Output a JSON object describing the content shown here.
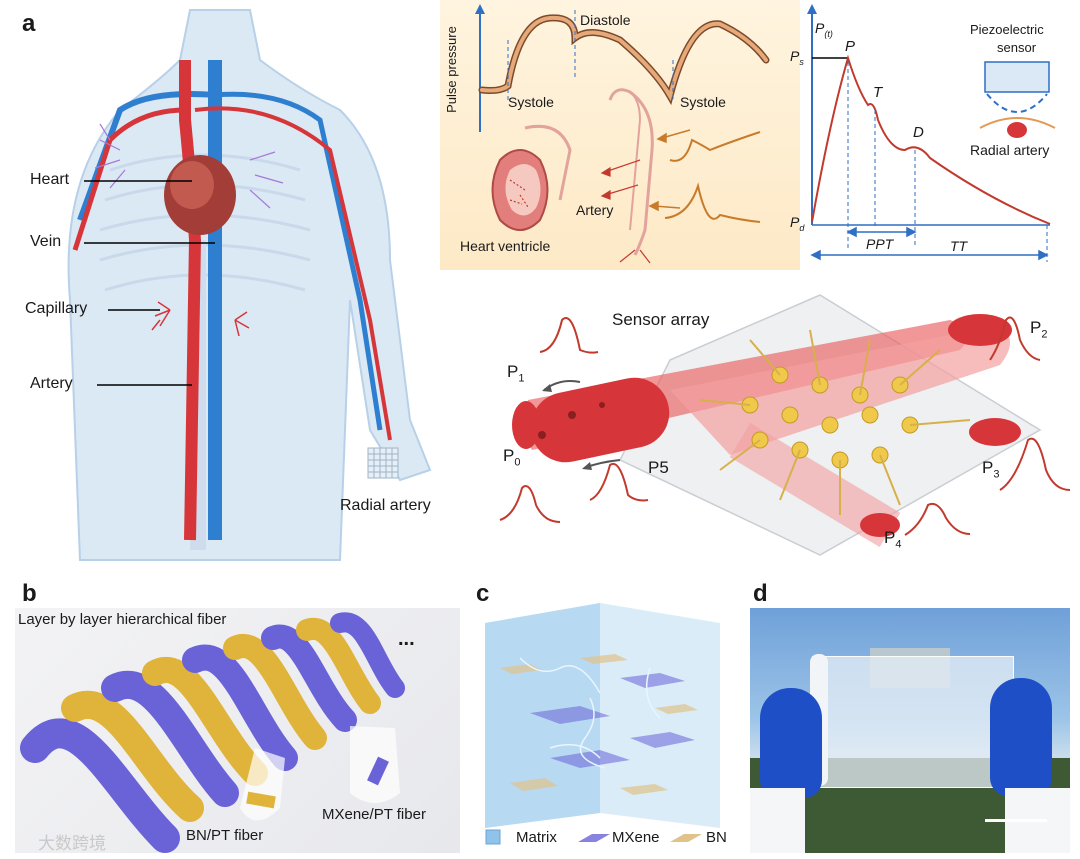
{
  "panel_labels": {
    "a": "a",
    "b": "b",
    "c": "c",
    "d": "d"
  },
  "anatomy": {
    "heart": "Heart",
    "vein": "Vein",
    "capillary": "Capillary",
    "artery": "Artery",
    "radial_artery": "Radial artery"
  },
  "pulse_wave": {
    "ylabel": "Pulse pressure",
    "diastole": "Diastole",
    "systole_left": "Systole",
    "systole_right": "Systole",
    "artery": "Artery",
    "heart_ventricle": "Heart ventricle"
  },
  "waveform": {
    "y_axis": "P",
    "y_axis_sub": "(t)",
    "ps_main": "P",
    "ps_sub": "s",
    "pd_main": "P",
    "pd_sub": "d",
    "peak_p": "P",
    "peak_t": "T",
    "peak_d": "D",
    "ppt": "PPT",
    "tt": "TT",
    "sensor_line1": "Piezoelectric",
    "sensor_line2": "sensor",
    "radial_artery": "Radial artery"
  },
  "sensor_array": {
    "title": "Sensor array",
    "p0_main": "P",
    "p0_sub": "0",
    "p1_main": "P",
    "p1_sub": "1",
    "p2_main": "P",
    "p2_sub": "2",
    "p3_main": "P",
    "p3_sub": "3",
    "p4_main": "P",
    "p4_sub": "4",
    "p5": "P5"
  },
  "panel_b": {
    "title": "Layer by layer hierarchical fiber",
    "ellipsis": "...",
    "bn_fiber": "BN/PT fiber",
    "mxene_fiber": "MXene/PT fiber"
  },
  "panel_c": {
    "legend_matrix": "Matrix",
    "legend_mxene": "MXene",
    "legend_bn": "BN"
  },
  "watermark": "大数跨境",
  "colors": {
    "artery_red": "#d6363a",
    "vein_blue": "#2f7fd0",
    "mxene_purple": "#6a63d8",
    "bn_gold": "#e0b43a",
    "axis_blue": "#2f6fc4",
    "wave_red": "#c23a2e"
  }
}
